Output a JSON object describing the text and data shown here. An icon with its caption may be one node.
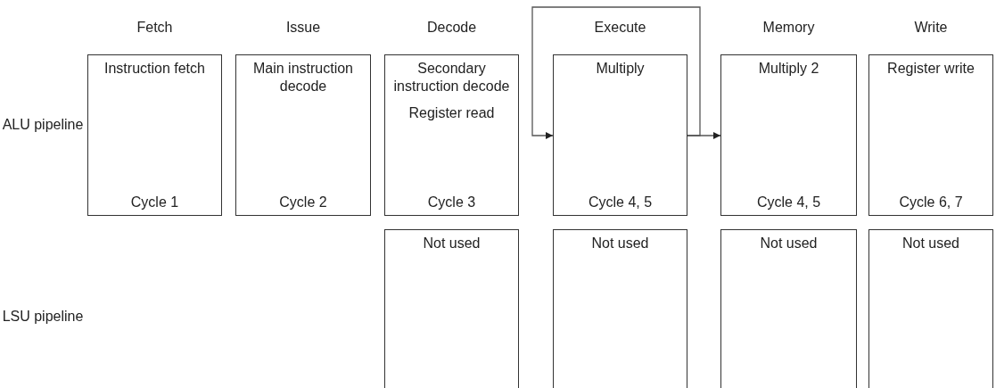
{
  "diagram": {
    "nodes": [
      {
        "text": [
          "Instruction fetch",
          "Cycle 1"
        ]
      },
      {
        "text": [
          "Main instruction decode",
          "Cycle 2"
        ]
      },
      {
        "text": [
          "Secondary instruction decode",
          "Register read",
          "Cycle 3"
        ]
      },
      {
        "text": [
          "Multiply",
          "Cycle 4, 5"
        ]
      },
      {
        "text": [
          "Multiply 2",
          "Cycle 4, 5"
        ]
      },
      {
        "text": [
          "Register write",
          "Cycle 6, 7"
        ]
      },
      {
        "text": [
          "Not used"
        ]
      },
      {
        "text": [
          "Not used"
        ]
      },
      {
        "text": [
          "Not used"
        ]
      },
      {
        "text": [
          "Not used"
        ]
      }
    ],
    "edges": [
      {
        "from": 3,
        "to": 4,
        "arrow": "to"
      },
      {
        "from": 3,
        "to": 3,
        "arrow": "to"
      }
    ],
    "labels": [
      "Fetch",
      "Issue",
      "Decode",
      "Execute",
      "Memory",
      "Write",
      "ALU pipeline",
      "LSU pipeline"
    ]
  }
}
